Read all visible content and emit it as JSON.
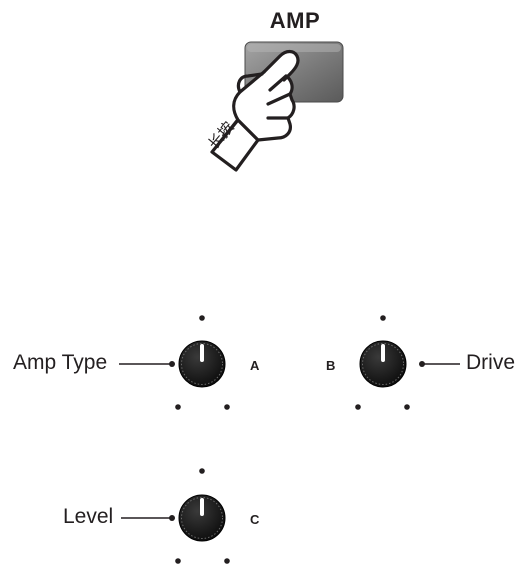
{
  "button": {
    "label": "AMP",
    "press_hint": "长按"
  },
  "knobs": [
    {
      "label": "Amp Type",
      "letter": "A"
    },
    {
      "label": "Drive",
      "letter": "B"
    },
    {
      "label": "Level",
      "letter": "C"
    }
  ],
  "colors": {
    "button_light": "#9a9a9a",
    "button_dark": "#5f5f5f",
    "knob": "#111111",
    "line": "#231f20"
  }
}
